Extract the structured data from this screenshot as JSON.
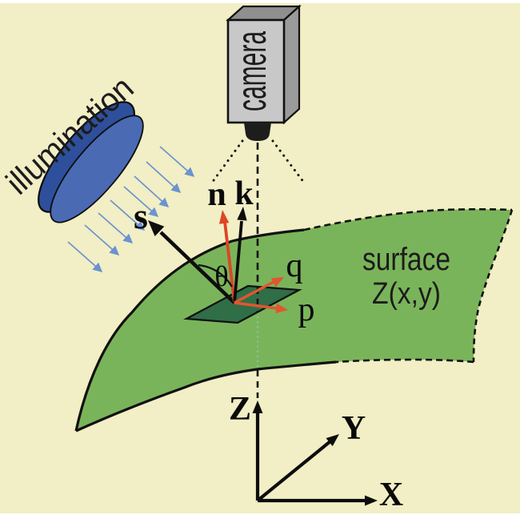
{
  "figure": {
    "description_labels": {
      "camera": "camera",
      "illumination": "illumination",
      "surface_line1": "surface",
      "surface_line2": "Z(x,y)"
    },
    "vector_labels": {
      "s": "s",
      "n": "n",
      "k": "k",
      "q": "q",
      "p": "p",
      "theta": "θ"
    },
    "axis_labels": {
      "x": "X",
      "y": "Y",
      "z": "Z"
    },
    "colors": {
      "page": "#ffffff",
      "background": "#f2eec5",
      "surface_green": "#7ab45a",
      "patch_green": "#2f6e47",
      "outline": "#111111",
      "camera_front": "#c8c8c8",
      "camera_top": "#8f8f8f",
      "camera_side": "#9b9b9b",
      "camera_lens": "#1d1d1d",
      "illumination_face": "#4a6ab3",
      "illumination_rim": "#2e4f9b",
      "light_ray": "#6b93cf",
      "vector_black": "#0d0d0d",
      "vector_red": "#dc4526",
      "vector_orange": "#e0572f",
      "surface_axis_dots": "#8fbf98",
      "text": "#1c1c1c"
    }
  }
}
